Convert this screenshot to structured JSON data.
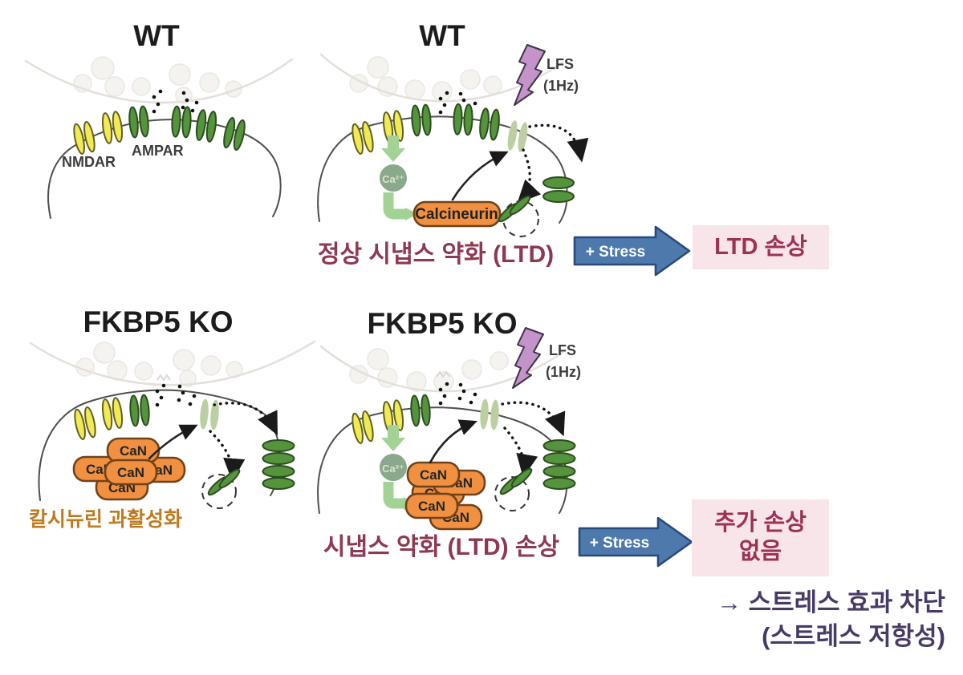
{
  "colors": {
    "nmdar_yellow": "#f2ea55",
    "ampar_green": "#55943c",
    "ampar_pale": "#bccfa3",
    "calcineurin_orange": "#f09040",
    "lightning_purple": "#c493c9",
    "ca_circle": "#8aa88b",
    "green_arrow": "#a2d395",
    "stress_arrow_blue": "#4d79ac",
    "result_box_pink": "#f7e5e9",
    "caption_maroon": "#8e3950",
    "result_maroon": "#9c3352",
    "conclusion_purple": "#483a66",
    "can_caption_orange": "#bf7a1f"
  },
  "panels": {
    "wt_baseline": {
      "title": "WT",
      "nmdar_label": "NMDAR",
      "ampar_label": "AMPAR"
    },
    "wt_lfs": {
      "title": "WT",
      "lfs_label": "LFS",
      "lfs_freq": "(1Hz)",
      "ca_label": "Ca²⁺",
      "calcineurin_label": "Calcineurin",
      "caption": "정상 시냅스 약화 (LTD)"
    },
    "ko_baseline": {
      "title": "FKBP5 KO",
      "can_label": "CaN",
      "caption": "칼시뉴린 과활성화"
    },
    "ko_lfs": {
      "title": "FKBP5 KO",
      "lfs_label": "LFS",
      "lfs_freq": "(1Hz)",
      "ca_label": "Ca²⁺",
      "can_label": "CaN",
      "caption": "시냅스 약화 (LTD) 손상"
    }
  },
  "flow": {
    "stress_label": "+ Stress",
    "result_top": "LTD 손상",
    "result_bottom_line1": "추가 손상",
    "result_bottom_line2": "없음",
    "conclusion_line1": "→ 스트레스 효과 차단",
    "conclusion_line2": "(스트레스 저항성)"
  }
}
